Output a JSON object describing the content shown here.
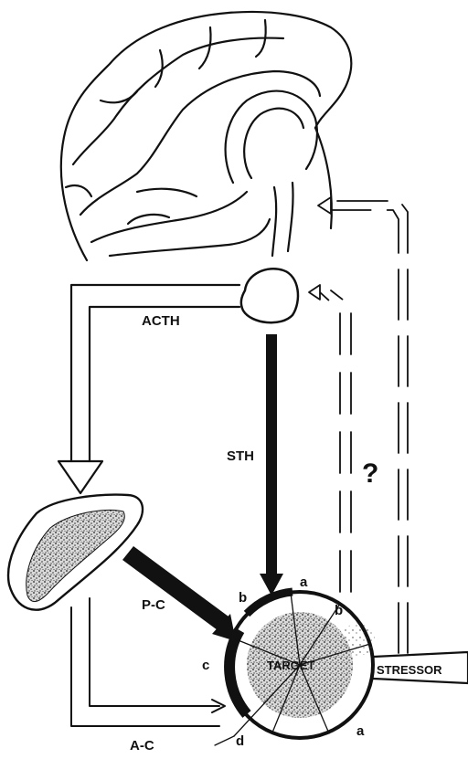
{
  "labels": {
    "acth": "ACTH",
    "sth": "STH",
    "pc": "P-C",
    "ac": "A-C",
    "target": "TARGET",
    "stressor": "STRESSOR",
    "unknown": "?",
    "zone_a_top": "a",
    "zone_a_bottom": "a",
    "zone_b_left": "b",
    "zone_b_right": "b",
    "zone_c": "c",
    "zone_d": "d"
  }
}
